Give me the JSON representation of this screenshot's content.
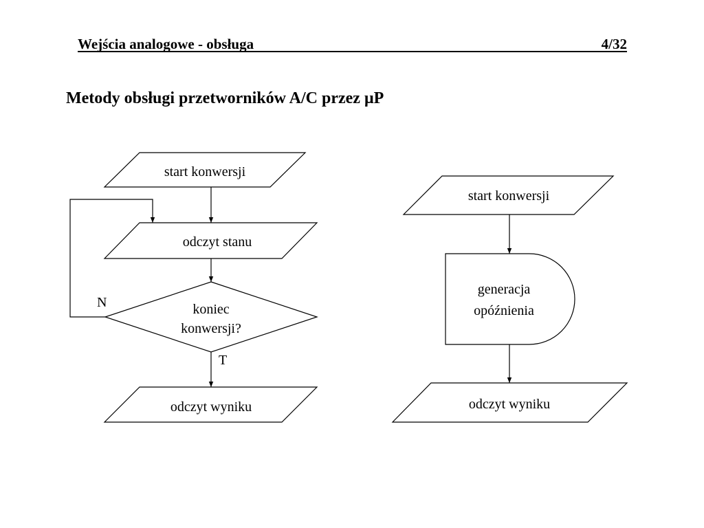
{
  "header": {
    "title": "Wejścia analogowe - obsługa",
    "page": "4/32"
  },
  "main": {
    "title": "Metody obsługi przetworników A/C przez μP"
  },
  "flowchart_left": {
    "start": "start konwersji",
    "read_status": "odczyt stanu",
    "decision_line1": "koniec",
    "decision_line2": "konwersji?",
    "label_no": "N",
    "label_yes": "T",
    "read_result": "odczyt wyniku"
  },
  "flowchart_right": {
    "start": "start konwersji",
    "delay_line1": "generacja",
    "delay_line2": "opóźnienia",
    "read_result": "odczyt wyniku"
  }
}
